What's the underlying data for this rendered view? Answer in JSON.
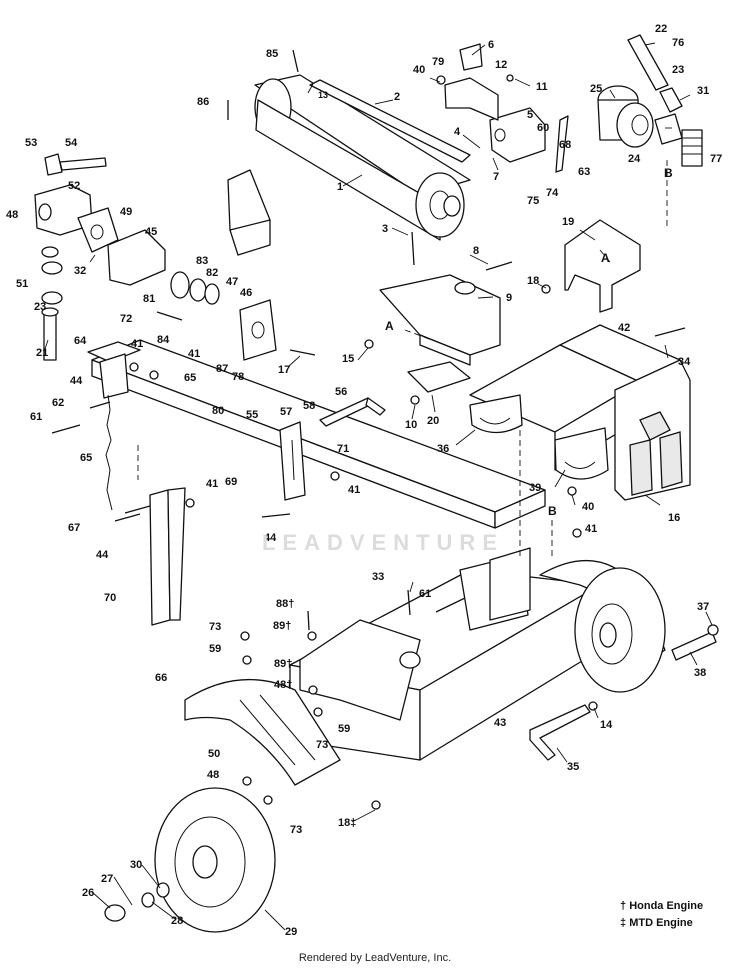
{
  "diagram": {
    "legend": [
      {
        "symbol": "†",
        "text": "Honda Engine"
      },
      {
        "symbol": "‡",
        "text": "MTD Engine"
      }
    ],
    "footer": "Rendered by LeadVenture, Inc.",
    "watermark": "LEADVENTURE",
    "reference_letters": [
      "A",
      "A",
      "B",
      "B"
    ],
    "callouts": [
      "1",
      "2",
      "3",
      "4",
      "5",
      "6",
      "7",
      "8",
      "9",
      "10",
      "11",
      "12",
      "13",
      "14",
      "15",
      "16",
      "17",
      "18",
      "18‡",
      "19",
      "20",
      "21",
      "22",
      "23",
      "23",
      "24",
      "25",
      "26",
      "27",
      "28",
      "29",
      "30",
      "31",
      "32",
      "33",
      "34",
      "35",
      "36",
      "37",
      "38",
      "39",
      "40",
      "40",
      "41",
      "41",
      "41",
      "41",
      "41",
      "42",
      "43",
      "44",
      "44",
      "44",
      "45",
      "46",
      "47",
      "48",
      "48",
      "48†",
      "49",
      "50",
      "51",
      "52",
      "53",
      "54",
      "55",
      "56",
      "57",
      "58",
      "59",
      "59",
      "60",
      "61",
      "61",
      "62",
      "63",
      "64",
      "65",
      "65",
      "66",
      "67",
      "68",
      "69",
      "70",
      "71",
      "72",
      "73",
      "73",
      "73",
      "74",
      "75",
      "76",
      "77",
      "78",
      "79",
      "80",
      "81",
      "82",
      "83",
      "84",
      "85",
      "86",
      "87",
      "88†",
      "89†",
      "89†"
    ]
  }
}
